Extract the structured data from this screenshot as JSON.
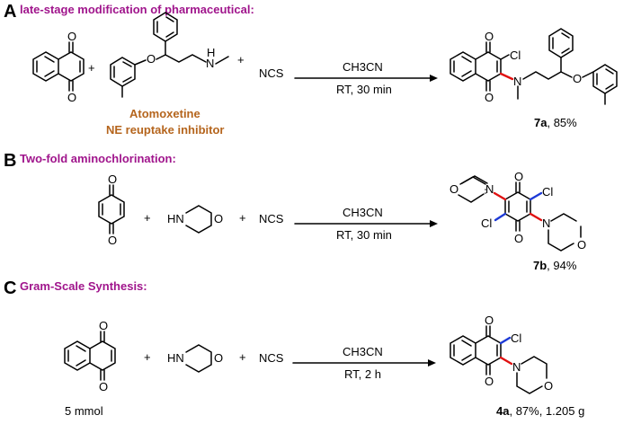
{
  "panels": {
    "A": {
      "letter": "A",
      "title": "late-stage modification of pharmaceutical:",
      "reagent": "NCS",
      "drug_name": "Atomoxetine",
      "drug_desc": "NE reuptake inhibitor",
      "solvent": "CH3CN",
      "conditions": "RT, 30 min",
      "product_id": "7a",
      "product_yield": ", 85%"
    },
    "B": {
      "letter": "B",
      "title": "Two-fold aminochlorination:",
      "reagent": "NCS",
      "solvent": "CH3CN",
      "conditions": "RT, 30 min",
      "product_id": "7b",
      "product_yield": ", 94%"
    },
    "C": {
      "letter": "C",
      "title": "Gram-Scale Synthesis:",
      "reagent": "NCS",
      "amount": "5 mmol",
      "solvent": "CH3CN",
      "conditions": "RT, 2 h",
      "product_id": "4a",
      "product_yield": ", 87%, 1.205 g"
    }
  },
  "atoms": {
    "oxygen": "O",
    "nitrogen": "N",
    "amine_h": "HN",
    "hydrogen": "H",
    "chlorine": "Cl"
  },
  "plus_sign": "+",
  "colors": {
    "title": "#a0158c",
    "drug": "#b5651d",
    "red_bond": "#e01010",
    "blue_bond": "#1d3ad6"
  }
}
